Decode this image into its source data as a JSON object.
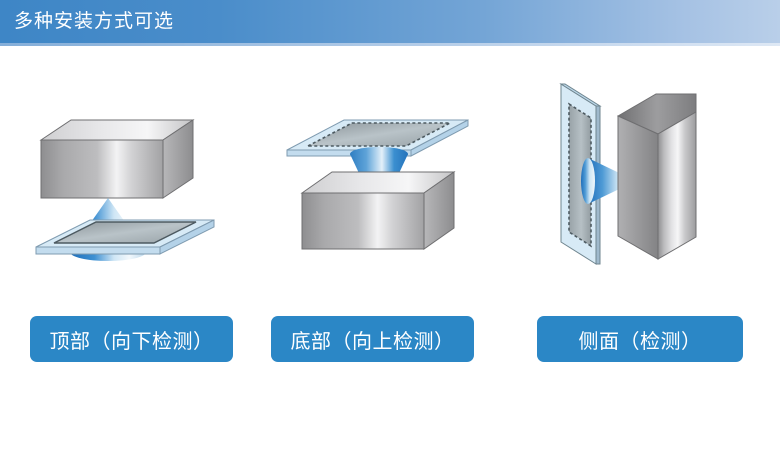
{
  "header": {
    "title": "多种安装方式可选",
    "bg_color_left": "#3e86c6",
    "bg_color_right": "#b9cfe9",
    "text_color": "#ffffff"
  },
  "labels": {
    "top": "顶部（向下检测）",
    "bottom": "底部（向上检测）",
    "side": "侧面（检测）",
    "chip_color": "#2b87c6",
    "chip_text_color": "#ffffff"
  },
  "figures": [
    {
      "id": "mount-top",
      "caption": "顶部（向下检测）",
      "sensor_position": "above",
      "target_plate_position": "below",
      "beam_direction": "down",
      "beam_color": "#2f7fc4",
      "body_color": "#9a9a9a",
      "plate_color": "#cfe4f2"
    },
    {
      "id": "mount-bottom",
      "caption": "底部（向上检测）",
      "sensor_position": "below",
      "target_plate_position": "above",
      "beam_direction": "down",
      "beam_color": "#2f7fc4",
      "body_color": "#9a9a9a",
      "plate_color": "#cfe4f2"
    },
    {
      "id": "mount-side",
      "caption": "侧面（检测）",
      "sensor_position": "right",
      "target_plate_position": "left",
      "beam_direction": "right",
      "beam_color": "#2f7fc4",
      "body_color": "#9a9a9a",
      "plate_color": "#cfe4f2"
    }
  ]
}
